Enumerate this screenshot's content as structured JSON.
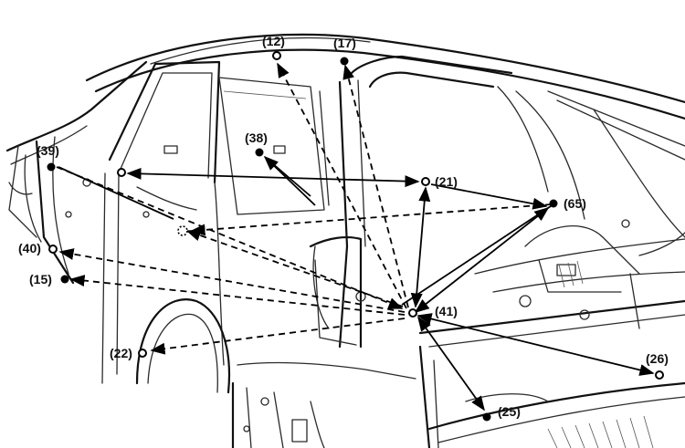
{
  "points": [
    {
      "id": "p12",
      "label": "(12)",
      "open": true
    },
    {
      "id": "p17",
      "label": "(17)",
      "open": false
    },
    {
      "id": "p38",
      "label": "(38)",
      "open": false
    },
    {
      "id": "p39",
      "label": "(39)",
      "open": false
    },
    {
      "id": "p21",
      "label": "(21)",
      "open": true
    },
    {
      "id": "p65",
      "label": "(65)",
      "open": false
    },
    {
      "id": "p40",
      "label": "(40)",
      "open": true
    },
    {
      "id": "p15",
      "label": "(15)",
      "open": false
    },
    {
      "id": "p41",
      "label": "(41)",
      "open": true
    },
    {
      "id": "p22",
      "label": "(22)",
      "open": true
    },
    {
      "id": "p25",
      "label": "(25)",
      "open": false
    },
    {
      "id": "p26",
      "label": "(26)",
      "open": true
    }
  ]
}
